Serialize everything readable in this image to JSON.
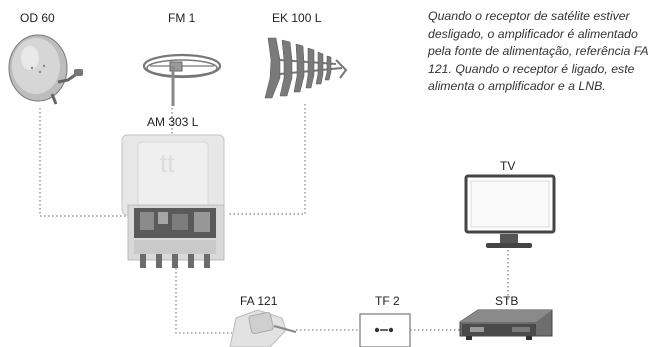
{
  "labels": {
    "od60": "OD 60",
    "fm1": "FM 1",
    "ek100l": "EK 100 L",
    "am303l": "AM 303 L",
    "tv": "TV",
    "fa121": "FA 121",
    "tf2": "TF 2",
    "stb": "STB"
  },
  "description": "Quando o receptor de satélite estiver desligado, o amplificador é alimentado pela fonte de alimentação,  referência FA 121. Quando o receptor é ligado, este alimenta o amplificador e a LNB.",
  "colors": {
    "line": "#666666",
    "device_light": "#e7e7e7",
    "device_dark": "#5a5a5a"
  }
}
